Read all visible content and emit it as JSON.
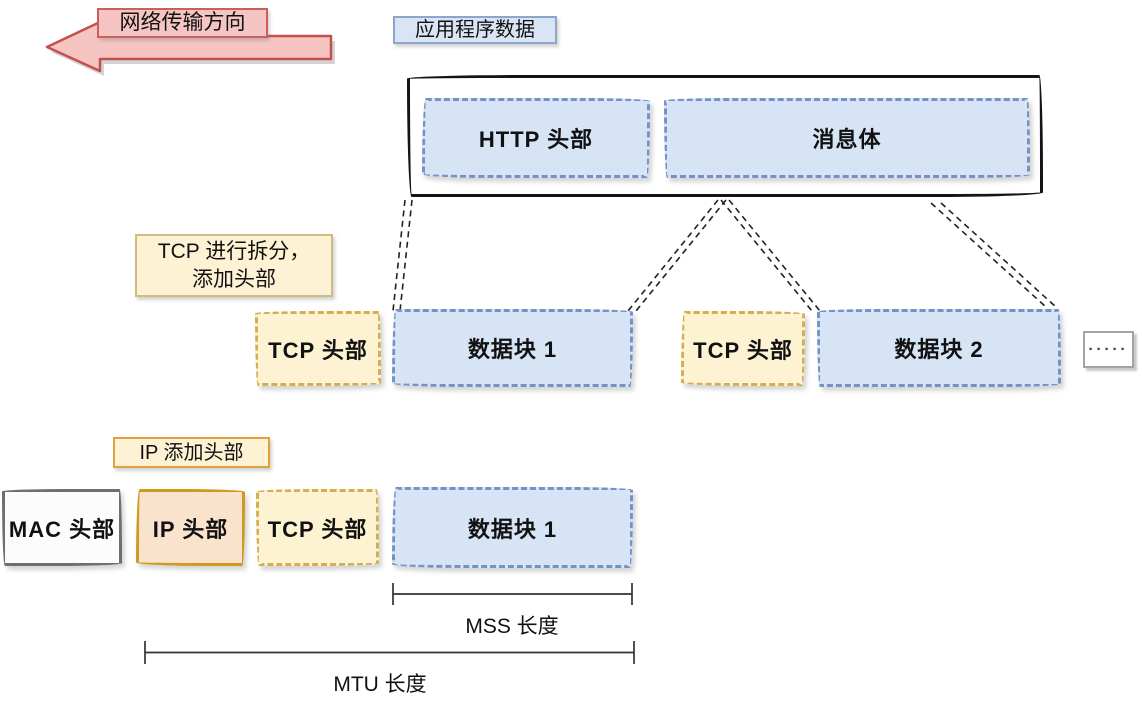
{
  "direction_label": "网络传输方向",
  "app_data_label": "应用程序数据",
  "app_box": {
    "http_header": "HTTP 头部",
    "message_body": "消息体"
  },
  "tcp_label": {
    "line1": "TCP 进行拆分，",
    "line2": "添加头部"
  },
  "tcp_row": {
    "segment1": {
      "header": "TCP 头部",
      "data": "数据块 1"
    },
    "segment2": {
      "header": "TCP 头部",
      "data": "数据块 2"
    },
    "ellipsis": "·····"
  },
  "ip_label": "IP 添加头部",
  "frame_row": {
    "mac": "MAC 头部",
    "ip": "IP 头部",
    "tcp": "TCP 头部",
    "data": "数据块 1"
  },
  "rulers": {
    "mss": "MSS 长度",
    "mtu": "MTU 长度"
  },
  "colors": {
    "arrow_fill": "#f6c5c2",
    "arrow_stroke": "#c4504e",
    "blue_fill": "#d6e4f5",
    "blue_stroke": "#7492c4",
    "yellow_fill": "#fdf3d2",
    "yellow_stroke": "#d4ae52",
    "peach_fill": "#fae3cc",
    "orange_stroke": "#d0991f",
    "gray_stroke": "#6f6f6f",
    "box_stroke": "#141414",
    "connector_stroke": "#222222"
  }
}
